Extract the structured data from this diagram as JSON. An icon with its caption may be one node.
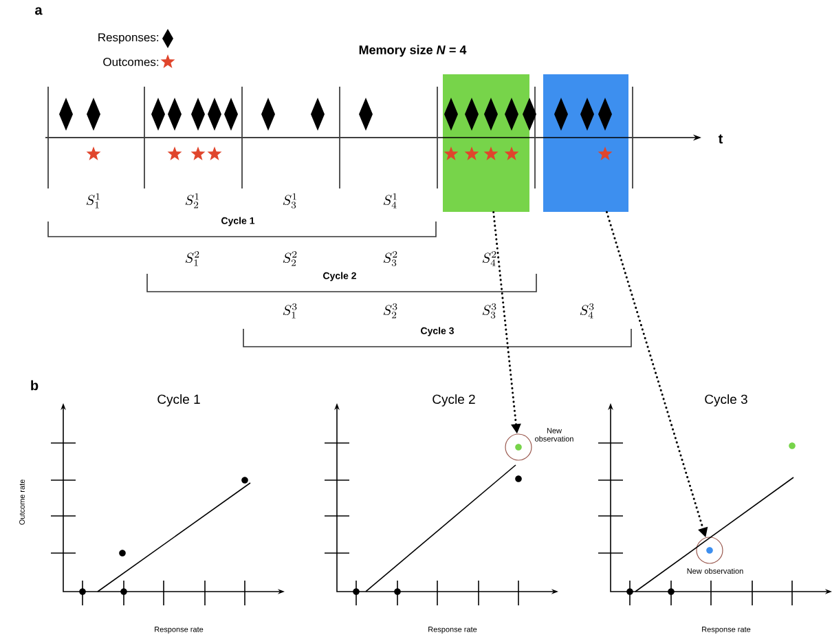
{
  "diagram": {
    "nodes": [
      {
        "text": [],
        "shape": "box"
      },
      {
        "text": [],
        "shape": "box"
      },
      {
        "text": [],
        "shape": "circle",
        "beside": [
          "New observation"
        ]
      },
      {
        "text": [],
        "shape": "circle",
        "beside": [
          "New observation"
        ]
      }
    ],
    "edges": [
      {
        "from": 0,
        "to": 2,
        "arrow": "to",
        "style": "dashed"
      },
      {
        "from": 1,
        "to": 3,
        "arrow": "to",
        "style": "dashed"
      }
    ],
    "labels": [
      "a",
      "Memory size *N* = 4",
      "t",
      "S_1^1",
      "S_2^1",
      "S_3^1",
      "S_4^1",
      "Cycle 1",
      "S_1^2",
      "S_2^2",
      "S_3^2",
      "S_4^2",
      "Cycle 2",
      "S_1^3",
      "S_2^3",
      "S_3^3",
      "S_4^3",
      "Cycle 3",
      "b",
      "Cycle 1",
      "Outcome rate",
      "Response rate",
      "Cycle 2",
      "Response rate",
      "Cycle 3",
      "Response rate"
    ],
    "legend": [
      {
        "text": "Responses:"
      },
      {
        "text": "Outcomes:"
      }
    ]
  }
}
